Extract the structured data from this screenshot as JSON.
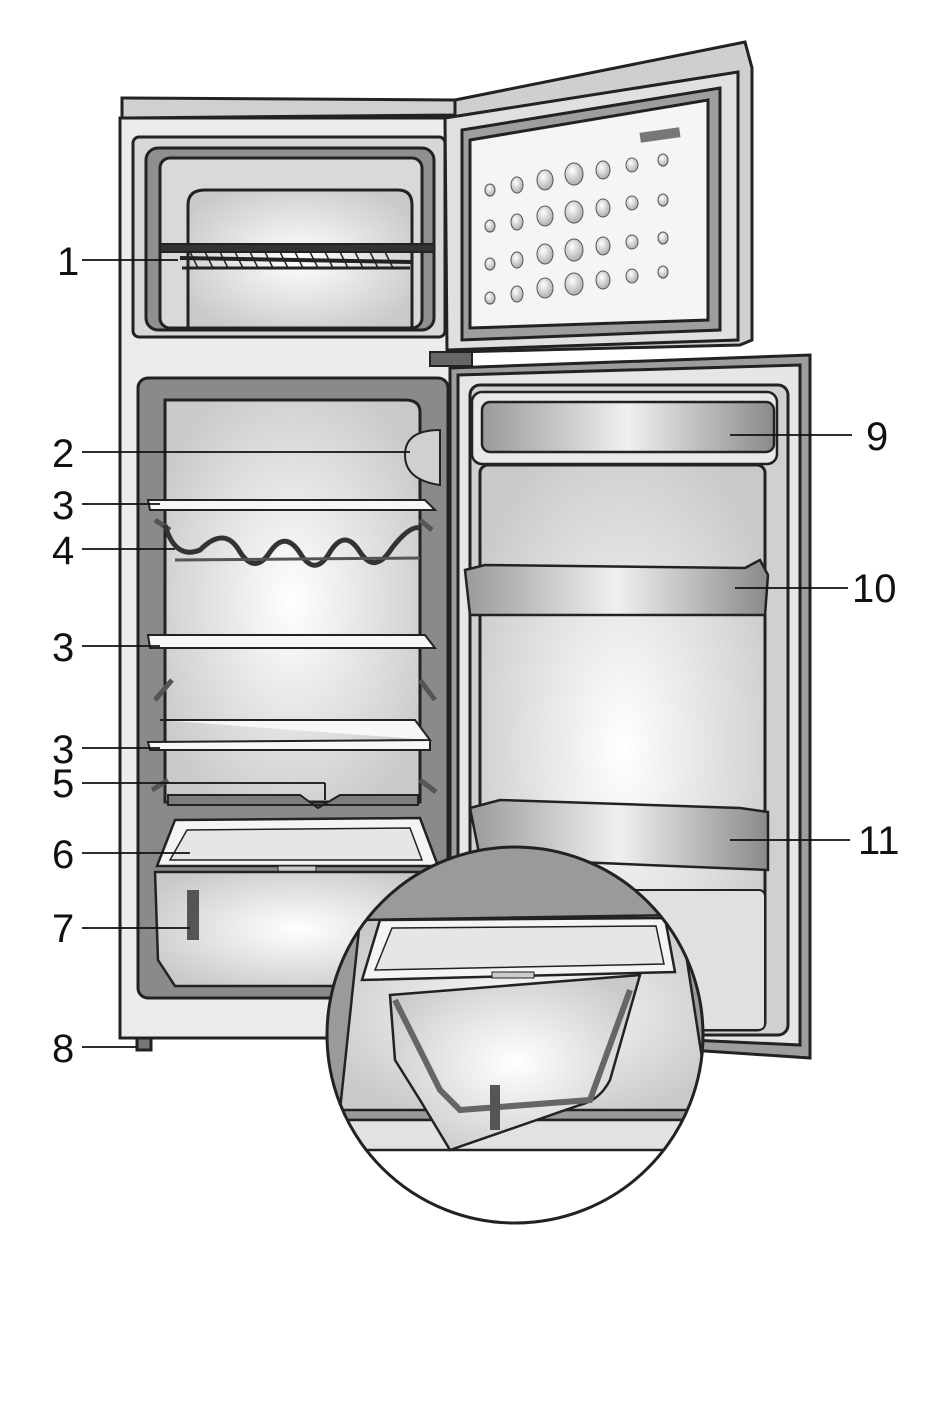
{
  "callouts": [
    {
      "label": "1",
      "part": "freezer-shelf"
    },
    {
      "label": "2",
      "part": "lamp-housing"
    },
    {
      "label": "3",
      "part": "glass-shelf-upper"
    },
    {
      "label": "4",
      "part": "bottle-rack"
    },
    {
      "label": "3",
      "part": "glass-shelf-middle"
    },
    {
      "label": "3",
      "part": "glass-shelf-lower"
    },
    {
      "label": "5",
      "part": "drain-channel"
    },
    {
      "label": "6",
      "part": "crisper-cover"
    },
    {
      "label": "7",
      "part": "crisper-drawer"
    },
    {
      "label": "8",
      "part": "adjustable-foot"
    },
    {
      "label": "9",
      "part": "door-compartment"
    },
    {
      "label": "10",
      "part": "door-shelf-upper"
    },
    {
      "label": "11",
      "part": "door-shelf-lower"
    }
  ],
  "colors": {
    "outline": "#222222",
    "body_grey": "#dcdcdc",
    "interior_light": "#f2f2f2",
    "interior_mid": "#bdbdbd",
    "dark_trim": "#6e6e6e",
    "leader_line": "#111111"
  }
}
